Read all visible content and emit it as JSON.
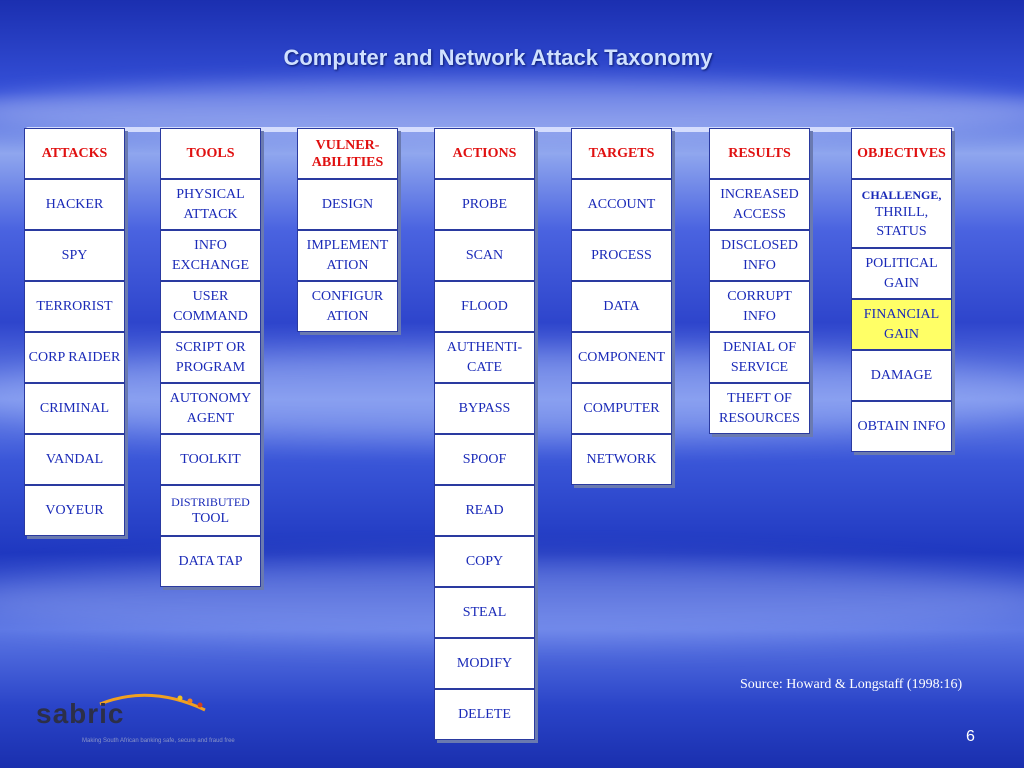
{
  "title": "Computer and Network Attack Taxonomy",
  "columns": [
    {
      "header": "ATTACKS",
      "cells": [
        "HACKER",
        "SPY",
        "TERRORIST",
        "CORP RAIDER",
        "CRIMINAL",
        "VANDAL",
        "VOYEUR"
      ]
    },
    {
      "header": "TOOLS",
      "cells": [
        "PHYSICAL ATTACK",
        "INFO EXCHANGE",
        "USER COMMAND",
        "SCRIPT OR PROGRAM",
        "AUTONOMY AGENT",
        "TOOLKIT",
        "DISTRIBUTED",
        "TOOL",
        "DATA TAP"
      ]
    },
    {
      "header": "VULNER-ABILITIES",
      "cells": [
        "DESIGN",
        "IMPLEMENT ATION",
        "CONFIGUR ATION"
      ]
    },
    {
      "header": "ACTIONS",
      "cells": [
        "PROBE",
        "SCAN",
        "FLOOD",
        "AUTHENTI-CATE",
        "BYPASS",
        "SPOOF",
        "READ",
        "COPY",
        "STEAL",
        "MODIFY",
        "DELETE"
      ]
    },
    {
      "header": "TARGETS",
      "cells": [
        "ACCOUNT",
        "PROCESS",
        "DATA",
        "COMPONENT",
        "COMPUTER",
        "NETWORK"
      ]
    },
    {
      "header": "RESULTS",
      "cells": [
        "INCREASED ACCESS",
        "DISCLOSED INFO",
        "CORRUPT INFO",
        "DENIAL OF SERVICE",
        "THEFT OF RESOURCES"
      ]
    },
    {
      "header": "OBJECTIVES",
      "cells": [
        "CHALLENGE,",
        "THRILL, STATUS",
        "POLITICAL GAIN",
        "FINANCIAL GAIN",
        "DAMAGE",
        "OBTAIN INFO"
      ]
    }
  ],
  "source": "Source: Howard & Longstaff (1998:16)",
  "page_number": "6",
  "logo": {
    "name": "sabric",
    "tagline": "Making South African banking safe, secure and fraud free"
  },
  "colors": {
    "header_text": "#e01010",
    "cell_text": "#1a2ab8",
    "highlight": "#ffff66",
    "title": "#cfe0ff"
  }
}
